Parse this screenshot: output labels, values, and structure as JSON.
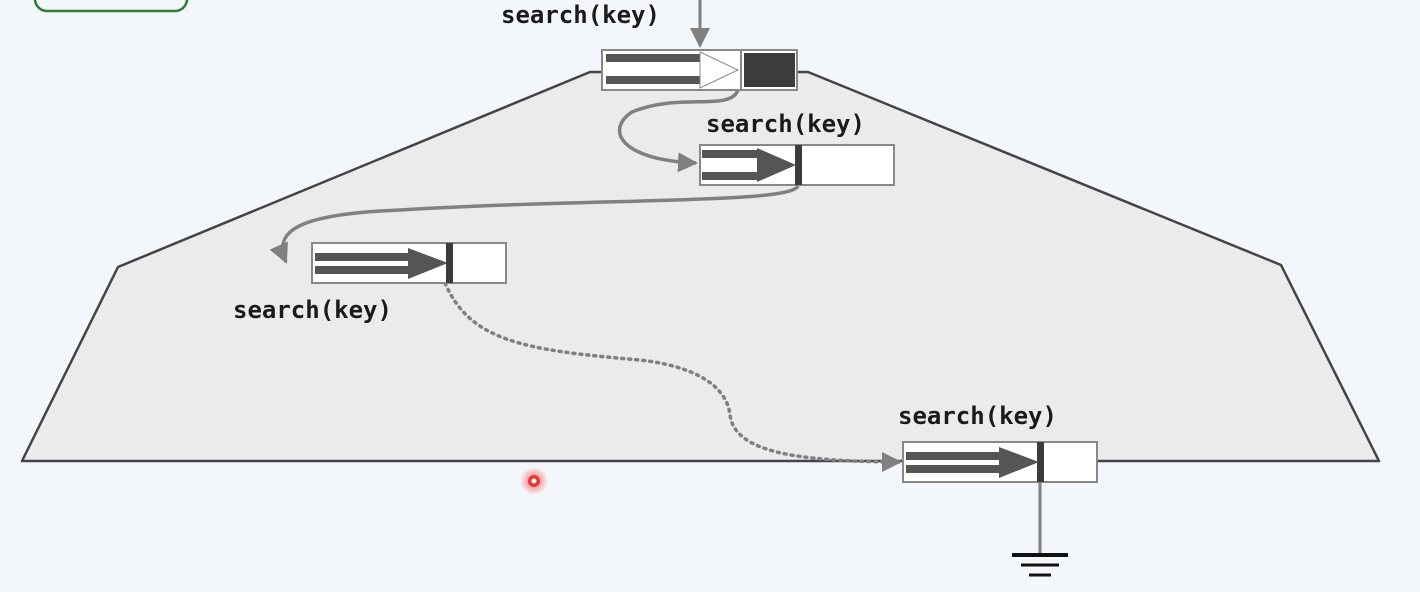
{
  "diagram": {
    "nodes": [
      {
        "id": "root",
        "label": "search(key)",
        "state": "visited"
      },
      {
        "id": "level-1",
        "label": "search(key)",
        "state": "visited"
      },
      {
        "id": "level-2",
        "label": "search(key)",
        "state": "visited"
      },
      {
        "id": "leaf",
        "label": "search(key)",
        "state": "visited"
      }
    ],
    "edges": [
      {
        "from": "caller",
        "to": "root",
        "style": "solid"
      },
      {
        "from": "root",
        "to": "level-1",
        "style": "solid"
      },
      {
        "from": "level-1",
        "to": "level-2",
        "style": "solid"
      },
      {
        "from": "level-2",
        "to": "leaf",
        "style": "dotted"
      },
      {
        "from": "leaf",
        "to": "ground",
        "style": "solid"
      }
    ],
    "terminal": "ground-icon",
    "cursor": "laser-pointer-icon",
    "colors": {
      "background": "#f3f6fa",
      "tree_fill": "#ebebeb",
      "tree_stroke": "#444444",
      "edge": "#808080",
      "pointer_fill": "#555555",
      "root_key_fill": "#3c3c3c",
      "frame_stroke": "#2e7d32",
      "laser": "#e53935"
    }
  }
}
